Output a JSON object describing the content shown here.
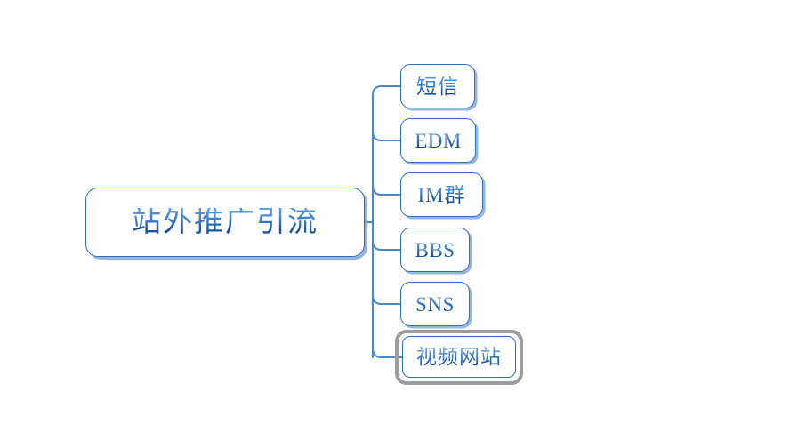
{
  "diagram": {
    "type": "mind-map",
    "background_color": "#ffffff",
    "node_border_color": "#2f6fc0",
    "node_text_color": "#1656a8",
    "connector_color": "#4a86cc",
    "selection_color": "#9c9c9c",
    "shadow_color": "#7da3d1",
    "root": {
      "label": "站外推广引流"
    },
    "children": [
      {
        "label": "短信",
        "selected": false
      },
      {
        "label": "EDM",
        "selected": false
      },
      {
        "label": "IM群",
        "selected": false
      },
      {
        "label": "BBS",
        "selected": false
      },
      {
        "label": "SNS",
        "selected": false
      },
      {
        "label": "视频网站",
        "selected": true
      }
    ]
  }
}
